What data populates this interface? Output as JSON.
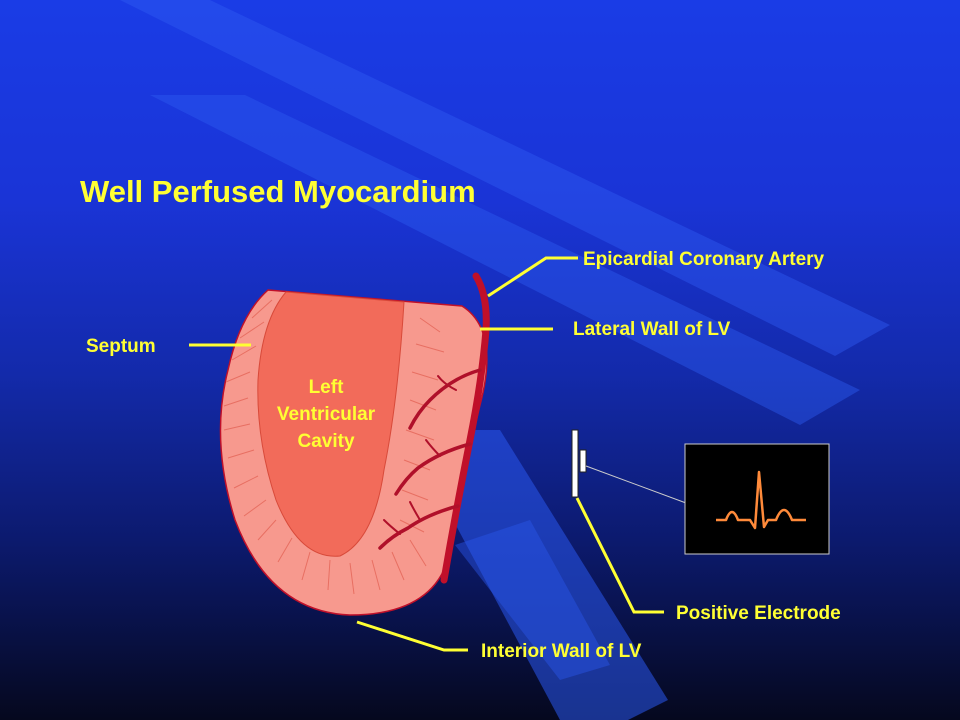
{
  "title": "Well Perfused Myocardium",
  "labels": {
    "epicardial": "Epicardial Coronary Artery",
    "lateral": "Lateral Wall of LV",
    "septum": "Septum",
    "cavity": [
      "Left",
      "Ventricular",
      "Cavity"
    ],
    "electrode": "Positive Electrode",
    "interior": "Interior Wall of LV"
  },
  "colors": {
    "label": "#ffff33",
    "myocardium": "#f7998e",
    "cavity": "#f26b5a",
    "artery": "#c0102a",
    "ecg_trace": "#ff8a3a",
    "ecg_background": "#000000"
  }
}
